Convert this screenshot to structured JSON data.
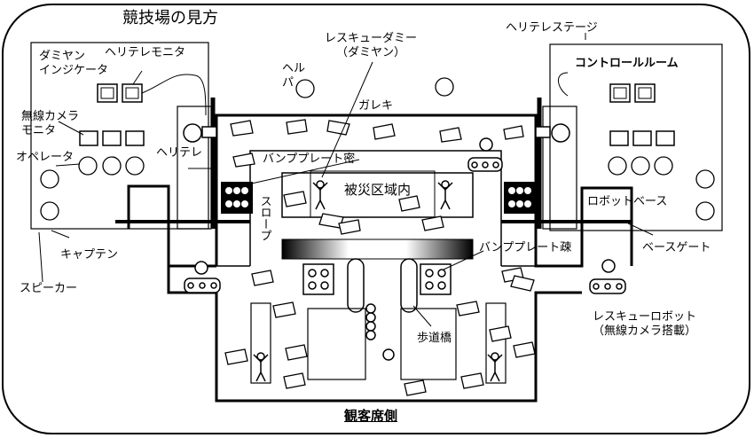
{
  "title": "競技場の見方",
  "labels": {
    "dummy_indicator": "ダミヤン\nインジケータ",
    "heli_monitor": "ヘリテレモニタ",
    "wireless_monitor": "無線カメラ\nモニタ",
    "operator": "オペレータ",
    "heli_tele": "ヘリテレ",
    "captain": "キャプテン",
    "speaker": "スピーカー",
    "helper": "ヘル\nパ",
    "gareki": "ガレキ",
    "rescue_dummy": "レスキューダミー\n（ダミヤン）",
    "heli_stage": "ヘリテレステージ",
    "control_room": "コントロールルーム",
    "robot_base": "ロボットベース",
    "base_gate": "ベースゲート",
    "bump_dense": "バンププレート密",
    "disaster_zone": "被災区域内",
    "slope": "スロープ",
    "bump_sparse": "バンププレート疎",
    "rescue_robot": "レスキューロボット\n（無線カメラ搭載）",
    "footbridge": "歩道橋",
    "audience_side": "観客席側"
  }
}
